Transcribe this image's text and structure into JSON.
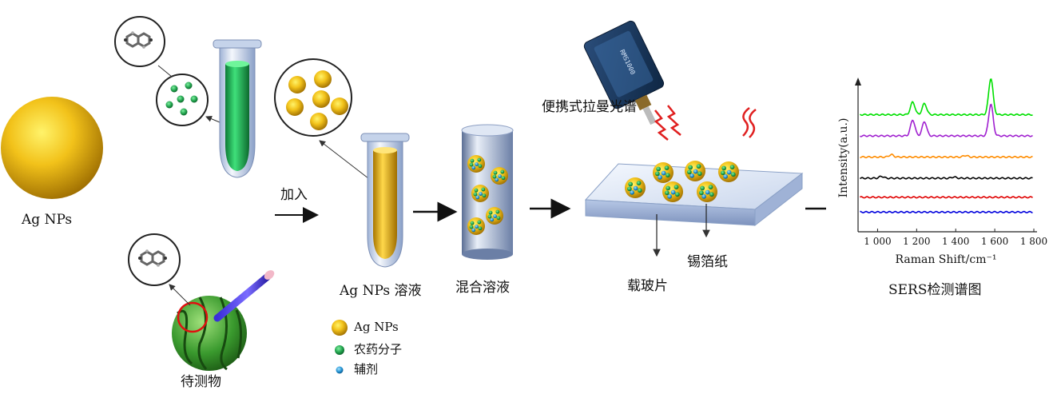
{
  "labels": {
    "ag_nps": "Ag NPs",
    "add": "加入",
    "ag_solution": "Ag NPs 溶液",
    "mixed_solution": "混合溶液",
    "raman_device": "便携式拉曼光谱",
    "tin_foil": "锡箔纸",
    "glass_slide": "载玻片",
    "sample": "待测物",
    "spectrum_title": "SERS检测谱图",
    "device_text": "RMS1000"
  },
  "legend": [
    {
      "label": "Ag NPs",
      "color": "#e0a800",
      "icon": "gold-sphere"
    },
    {
      "label": "农药分子",
      "color": "#1e9e4a",
      "icon": "green-sphere"
    },
    {
      "label": "辅剂",
      "color": "#1e8fd0",
      "icon": "blue-sphere"
    }
  ],
  "chart_data": {
    "type": "line",
    "xlabel": "Raman Shift/cm⁻¹",
    "ylabel": "Intensity(a.u.)",
    "xlim": [
      900,
      1800
    ],
    "xticks": [
      1000,
      1200,
      1400,
      1600,
      1800
    ],
    "xtick_labels": [
      "1 000",
      "1 200",
      "1 400",
      "1 600",
      "1 800"
    ],
    "series": [
      {
        "color": "#00e000",
        "baseline": 5,
        "peaks": [
          [
            1180,
            0.8
          ],
          [
            1240,
            0.7
          ],
          [
            1580,
            2.3
          ]
        ]
      },
      {
        "color": "#a020d0",
        "baseline": 4,
        "peaks": [
          [
            1180,
            1.0
          ],
          [
            1240,
            0.9
          ],
          [
            1580,
            2.0
          ]
        ]
      },
      {
        "color": "#ff8c00",
        "baseline": 3,
        "peaks": [
          [
            1070,
            0.15
          ],
          [
            1450,
            0.1
          ]
        ]
      },
      {
        "color": "#000000",
        "baseline": 2,
        "peaks": [
          [
            1020,
            0.12
          ],
          [
            1390,
            0.08
          ]
        ]
      },
      {
        "color": "#e00000",
        "baseline": 1.1,
        "peaks": []
      },
      {
        "color": "#0000dd",
        "baseline": 0.4,
        "peaks": []
      }
    ]
  }
}
